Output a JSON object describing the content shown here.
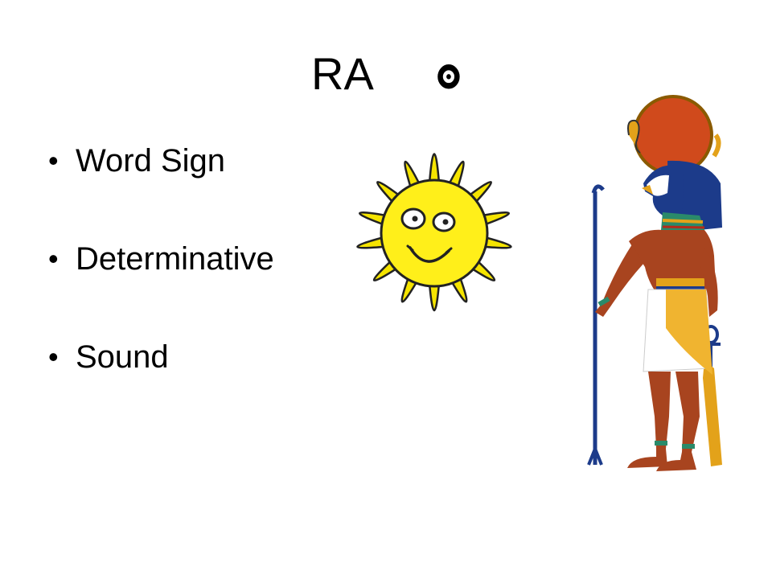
{
  "slide": {
    "title": "RA",
    "title_glyph": "ʘ",
    "bullets": [
      {
        "marker": "•",
        "text": "Word Sign"
      },
      {
        "marker": "•",
        "text": "Determinative"
      },
      {
        "marker": "•",
        "text": "Sound"
      }
    ]
  },
  "illustrations": {
    "sun": {
      "icon": "smiling-sun-icon",
      "ray_color": "#f5e400",
      "face_color": "#ffef1a",
      "outline": "#222222"
    },
    "god_ra": {
      "icon": "ra-falcon-god-figure",
      "sun_disk_color": "#d04a1c",
      "skin_color": "#a8441f",
      "headdress_color": "#1c3b8a",
      "kilt_color": "#f0b430"
    }
  }
}
